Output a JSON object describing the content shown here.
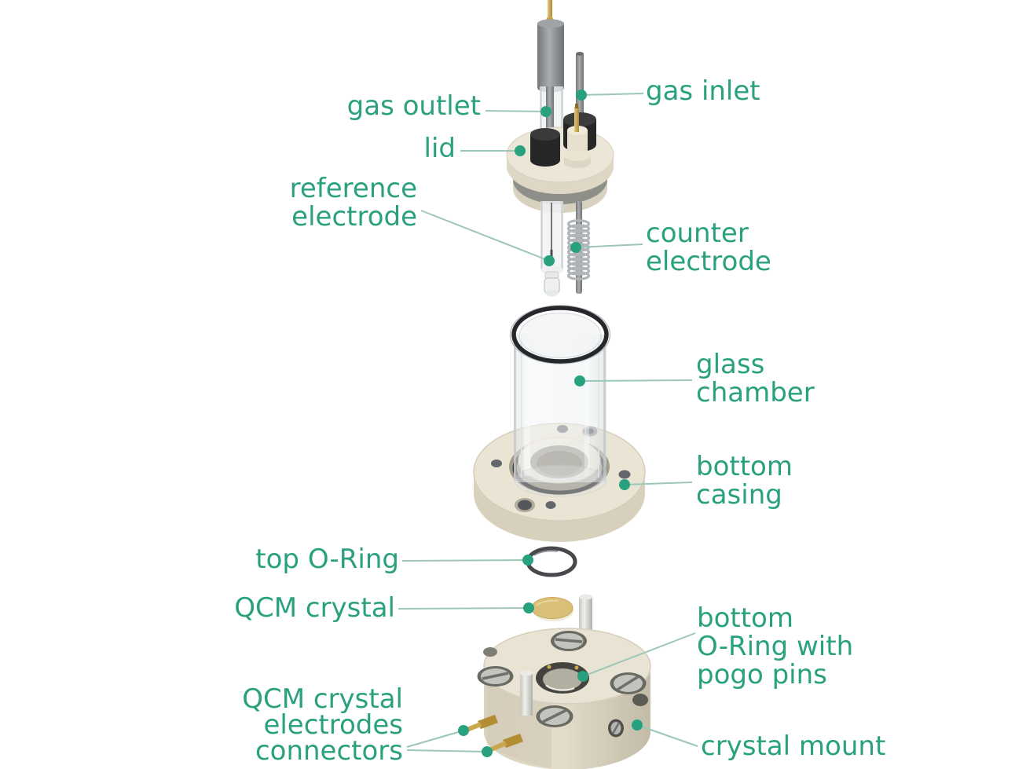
{
  "figure": {
    "type": "exploded-view-diagram",
    "subject": "electrochemical QCM cell assembly"
  },
  "colors": {
    "background": "#ffffff",
    "label_text": "#2aa17e",
    "leader_line": "#9cc7b8",
    "marker_dot": "#2aa17e",
    "body_beige": "#e9e3d4",
    "metal_gray": "#8d9093",
    "seal_black": "#2b2b2b",
    "gold": "#c9a74e",
    "glass": "#eef0f1"
  },
  "labels": {
    "gas_outlet": {
      "text": "gas outlet"
    },
    "gas_inlet": {
      "text": "gas inlet"
    },
    "lid": {
      "text": "lid"
    },
    "reference_electrode": {
      "line1": "reference",
      "line2": "electrode"
    },
    "counter_electrode": {
      "line1": "counter",
      "line2": "electrode"
    },
    "glass_chamber": {
      "line1": "glass",
      "line2": "chamber"
    },
    "bottom_casing": {
      "line1": "bottom",
      "line2": "casing"
    },
    "top_o_ring": {
      "text": "top O-Ring"
    },
    "qcm_crystal": {
      "text": "QCM crystal"
    },
    "bottom_o_ring": {
      "line1": "bottom",
      "line2": "O-Ring with",
      "line3": "pogo pins"
    },
    "qcm_crystal_electrodes_connectors": {
      "line1": "QCM crystal",
      "line2": "electrodes",
      "line3": "connectors"
    },
    "crystal_mount": {
      "text": "crystal mount"
    }
  }
}
